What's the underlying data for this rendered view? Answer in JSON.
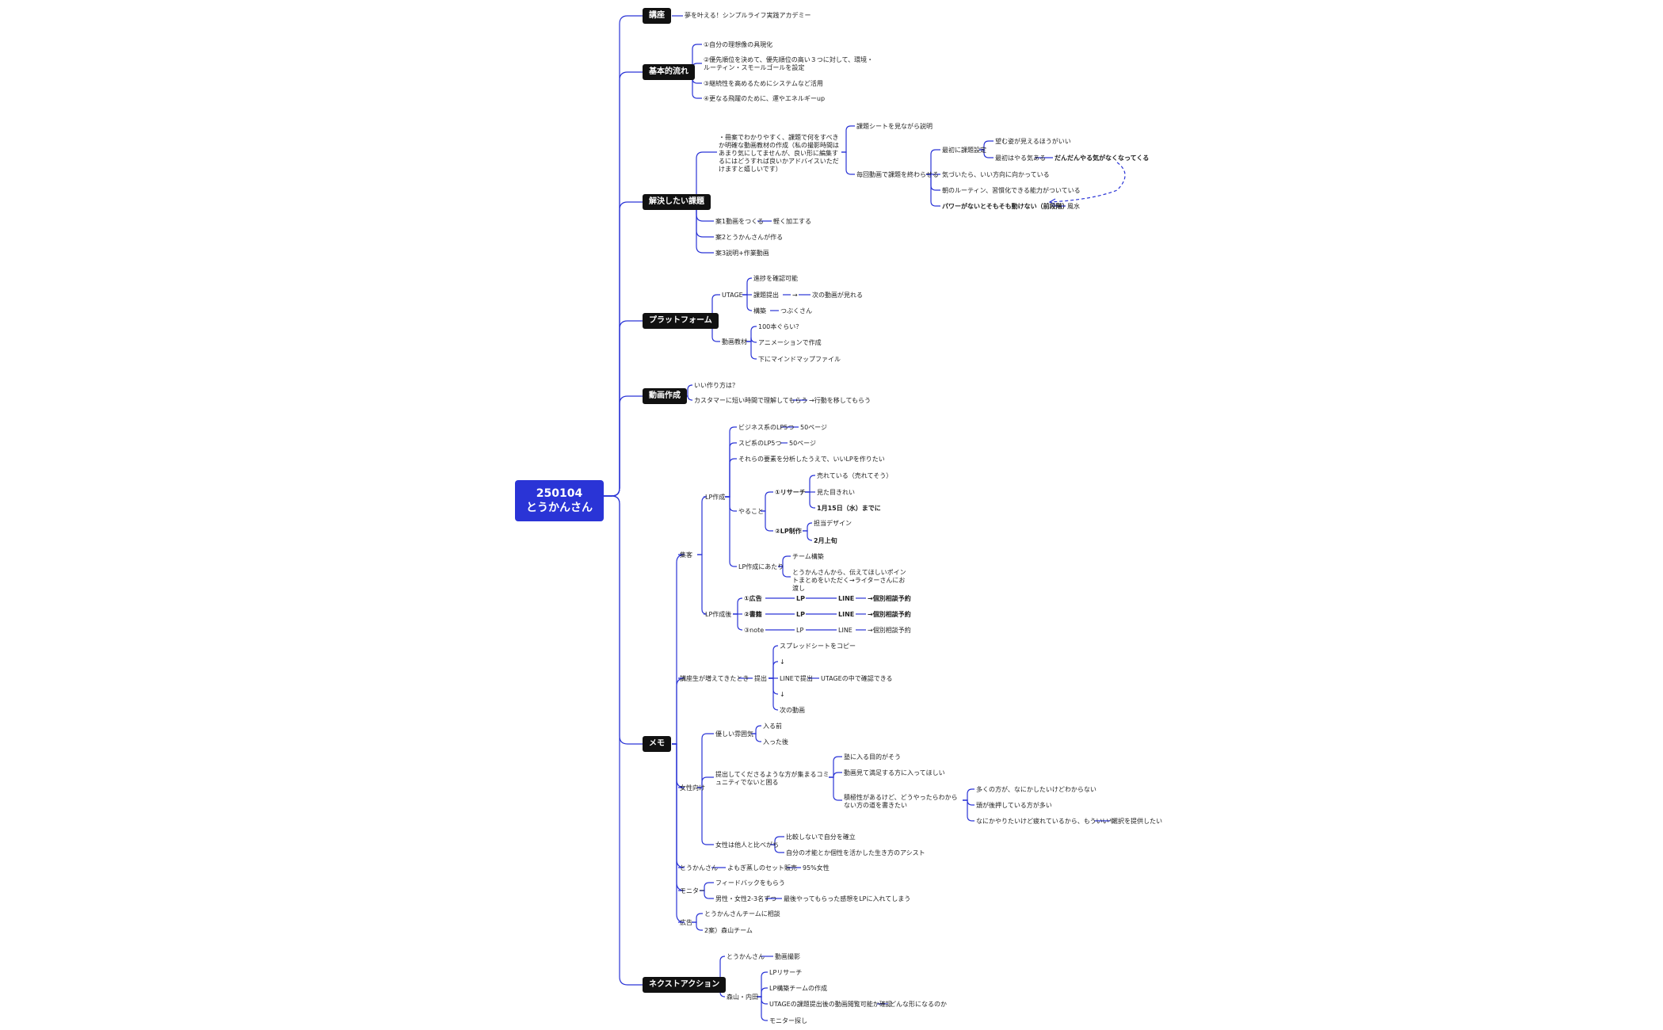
{
  "root": {
    "date": "250104",
    "name": "とうかんさん"
  },
  "colors": {
    "line": "#2a34d6",
    "root": "#2a34d6",
    "tag": "#111111"
  },
  "sections": {
    "kouza": {
      "title": "講座",
      "item": "夢を叶える！シンプルライフ実践アカデミー"
    },
    "flow": {
      "title": "基本的流れ",
      "items": [
        "①自分の理想像の具現化",
        "②優先順位を決めて、優先順位の高い３つに対して、環境・ルーティン・スモールゴールを設定",
        "③継続性を高めるためにシステムなど活用",
        "④更なる飛躍のために、運やエネルギーup"
      ]
    },
    "issues": {
      "title": "解決したい課題",
      "main": "・冊案でわかりやすく、課題で何をすべきか明確な動画教材の作成（私の撮影時間はあまり気にしてませんが、良い形に編集するにはどうすれば良いかアドバイスいただけますと嬉しいです）",
      "sheet": "課題シートを見ながら説明",
      "every": "毎回動画で課題を終わらせる",
      "first": "最初に課題設定",
      "goal_view": "望む姿が見えるほうがいい",
      "motivated": "最初はやる気ある",
      "fading": "だんだんやる気がなくなってくる",
      "realize": "気づいたら、いい方向に向かっている",
      "routine": "朝のルーティン、習慣化できる能力がついている",
      "no_power": "パワーがないとそもそも動けない（前段階）",
      "fengshui": "風水",
      "plan1": "案1動画をつくる",
      "plan1_sub": "軽く加工する",
      "plan2": "案2とうかんさんが作る",
      "plan3": "案3説明+作業動画"
    },
    "platform": {
      "title": "プラットフォーム",
      "utage": "UTAGE",
      "progress": "進捗を確認可能",
      "submit": "課題提出",
      "arrow": "→",
      "next_video": "次の動画が見れる",
      "design": "構築",
      "tsubuku": "つぶくさん",
      "material": "動画教材",
      "count": "100本ぐらい？",
      "animation": "アニメーションで作成",
      "mindmap": "下にマインドマップファイル"
    },
    "video": {
      "title": "動画作成",
      "how": "いい作り方は？",
      "customer": "カスタマーに短い時間で理解してもらう",
      "action": "→行動を移してもらう"
    },
    "memo": {
      "title": "メモ",
      "shukyaku": "集客",
      "lp_create": "LP作成",
      "biz_lp": "ビジネス系のLP5つ",
      "spi_lp": "スピ系のLP5つ",
      "pages": "50ページ",
      "analyze": "それらの要素を分析したうえで、いいLPを作りたい",
      "todo": "やること",
      "research": "①リサーチ",
      "selling": "売れている（売れてそう）",
      "looks": "見た目きれい",
      "deadline1": "1月15日（水）までに",
      "lp_make": "②LP制作",
      "designer": "担当デザイン",
      "deadline2": "2月上旬",
      "lp_notes": "LP作成にあたり",
      "team_mgmt": "チーム構築",
      "points": "とうかんさんから、伝えてほしいポイントまとめをいただく→ライターさんにお渡し",
      "after_lp": "LP作成後",
      "ad": "①広告",
      "post": "②書籍",
      "note": "③note",
      "lp": "LP",
      "line": "LINE",
      "consult": "→個別相談予約",
      "arrow": "→",
      "students": "講座生が増えてきたとき",
      "teishutsu": "提出",
      "copy_sheet": "スプレッドシートをコピー",
      "down": "↓",
      "line_submit": "LINEで提出",
      "utage_check": "UTAGEの中で確認できる",
      "next_video": "次の動画",
      "women": "女性向け",
      "kind": "優しい雰囲気",
      "before": "入る前",
      "after": "入った後",
      "community": "提出してくださるような方が集まるコミュニティでないと困る",
      "purpose": "塾に入る目的がそう",
      "fund": "動画見て満足する方に入ってほしい",
      "active": "積極性があるけど、どうやったらわからない方の道を書きたい",
      "many": "多くの方が、なにかしたいけどわからない",
      "dream": "頭が後押している方が多い",
      "tired": "なにかやりたいけど疲れているから、もういいや",
      "choice": "選択を提供したい",
      "compare": "女性は他人と比べがち",
      "no_compare": "比較しないで自分を確立",
      "talent": "自分の才能とか個性を活かした生き方のアシスト",
      "toukan": "とうかんさん",
      "set_sale": "よもぎ蒸しのセット販売",
      "women95": "95%女性",
      "monitor": "モニター",
      "feedback": "フィードバックをもらう",
      "mf": "男性・女性2-3名ずつ",
      "final": "最後やってもらった感想をLPに入れてしまう",
      "ad2": "広告",
      "team_consult": "とうかんさんチームに相談",
      "forest": "2案）森山チーム"
    },
    "next": {
      "title": "ネクストアクション",
      "toukan": "とうかんさん",
      "shoot": "動画撮影",
      "moriyama": "森山・内田",
      "lp_research": "LPリサーチ",
      "lp_team": "LP構築チームの作成",
      "utage_check": "UTAGEの課題提出後の動画閲覧可能か確認",
      "what_form": "どんな形になるのか",
      "monitor_search": "モニター探し"
    }
  }
}
